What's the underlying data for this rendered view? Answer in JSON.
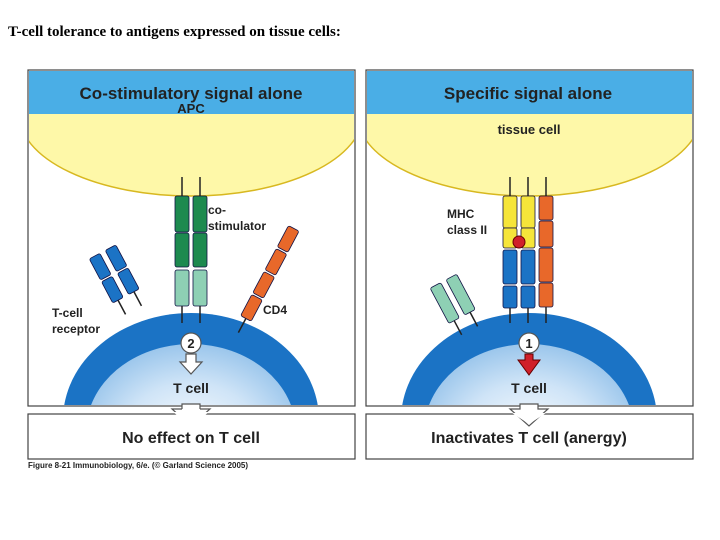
{
  "slide_title": "T-cell tolerance to antigens expressed on tissue cells:",
  "left_panel": {
    "heading": "Co-stimulatory signal alone",
    "cell_label": "APC",
    "costimulator_label_1": "co-",
    "costimulator_label_2": "stimulator",
    "tcr_label_1": "T-cell",
    "tcr_label_2": "receptor",
    "cd4_label": "CD4",
    "signal_number": "2",
    "tcell_label": "T cell",
    "outcome": "No effect on T cell"
  },
  "right_panel": {
    "heading": "Specific signal alone",
    "cell_label": "tissue cell",
    "mhc_label_1": "MHC",
    "mhc_label_2": "class II",
    "signal_number": "1",
    "tcell_label": "T cell",
    "outcome": "Inactivates T cell (anergy)"
  },
  "caption": "Figure 8-21 Immunobiology, 6/e. (© Garland Science 2005)",
  "colors": {
    "header_blue": "#4aaee6",
    "cell_yellow": "#fef8a8",
    "tcell_blue": "#1b73c5",
    "costimulator_green": "#1d8a4f",
    "cd28_teal": "#8ed0b4",
    "cd4_orange": "#e8682a",
    "mhc_yellow": "#f6e53a",
    "antigen_red": "#d0202a"
  }
}
